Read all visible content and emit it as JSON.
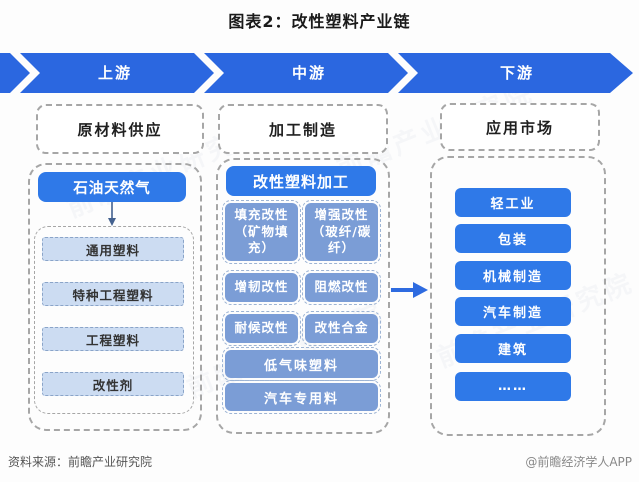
{
  "title": "图表2：改性塑料产业链",
  "stages": {
    "upstream": "上游",
    "midstream": "中游",
    "downstream": "下游"
  },
  "upstream": {
    "header": "原材料供应",
    "source_box": "石油天然气",
    "materials": [
      "通用塑料",
      "特种工程塑料",
      "工程塑料",
      "改性剂"
    ]
  },
  "midstream": {
    "header": "加工制造",
    "main_box": "改性塑料加工",
    "grid": [
      "填充改性（矿物填充）",
      "增强改性（玻纤/碳纤）",
      "增韧改性",
      "阻燃改性",
      "耐候改性",
      "改性合金"
    ],
    "wide": [
      "低气味塑料",
      "汽车专用料"
    ]
  },
  "downstream": {
    "header": "应用市场",
    "markets": [
      "轻工业",
      "包装",
      "机械制造",
      "汽车制造",
      "建筑",
      "……"
    ]
  },
  "footer": {
    "source": "资料来源：前瞻产业研究院",
    "credit": "@前瞻经济学人APP"
  },
  "watermark": "前瞻产业研究院",
  "colors": {
    "band_blue": "#2b67e0",
    "bright_blue": "#2f79e8",
    "muted_blue": "#7b9dd6",
    "light_blue": "#ccdcf2",
    "dash_gray": "#a6a6a6"
  }
}
